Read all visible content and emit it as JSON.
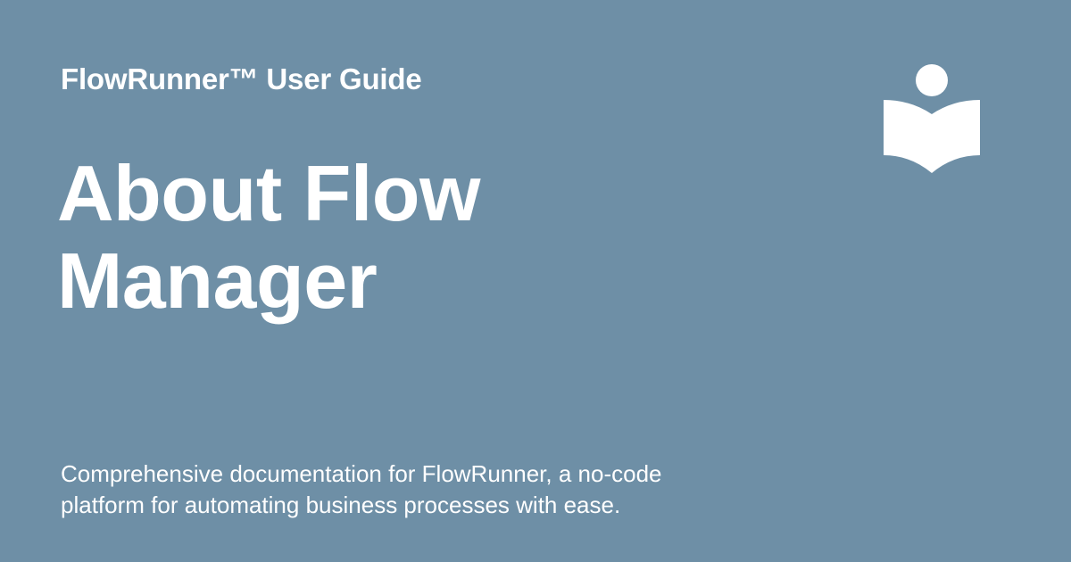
{
  "card": {
    "eyebrow": "FlowRunner™ User Guide",
    "title": "About Flow Manager",
    "description": "Comprehensive documentation for FlowRunner, a no-code platform for automating business processes with ease.",
    "icon": "reader-book-icon",
    "colors": {
      "background": "#6e8fa6",
      "foreground": "#ffffff"
    }
  }
}
